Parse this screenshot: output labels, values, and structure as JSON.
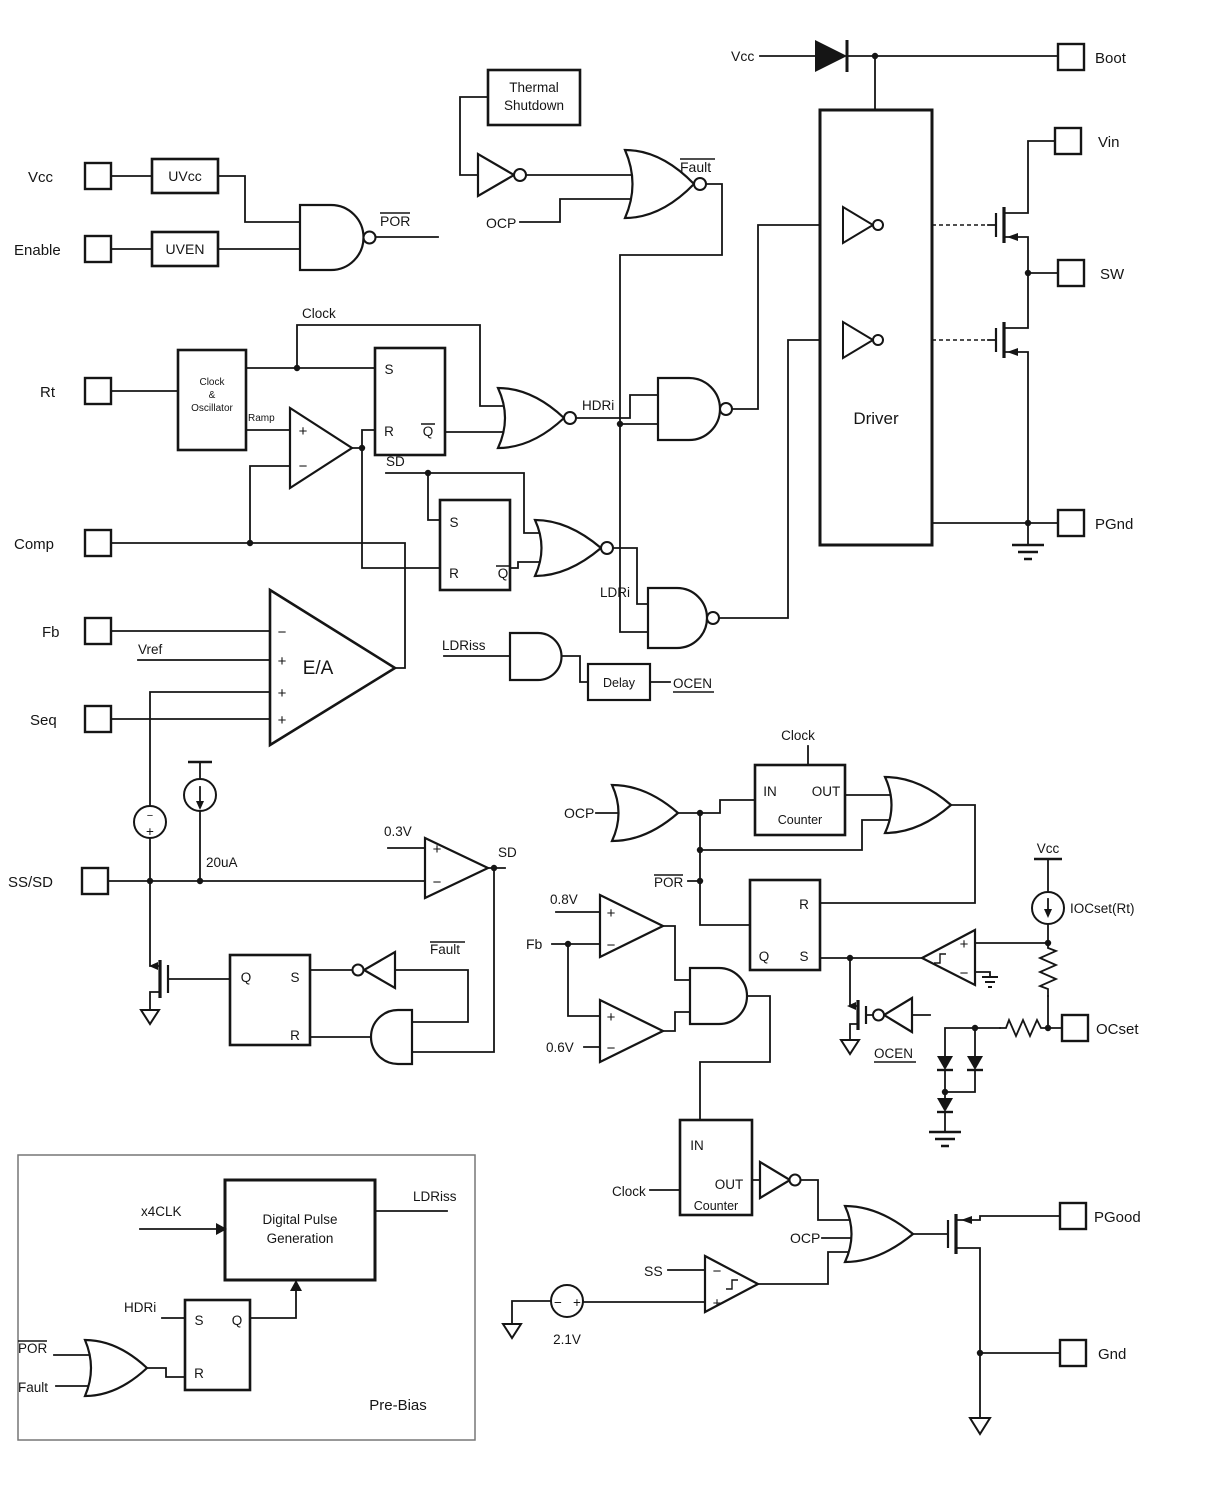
{
  "pins_left": {
    "vcc": "Vcc",
    "enable": "Enable",
    "rt": "Rt",
    "comp": "Comp",
    "fb": "Fb",
    "seq": "Seq",
    "ss_sd": "SS/SD"
  },
  "pins_right": {
    "boot": "Boot",
    "vin": "Vin",
    "sw": "SW",
    "pgnd": "PGnd",
    "ocset": "OCset",
    "pgood": "PGood",
    "gnd": "Gnd"
  },
  "blocks": {
    "uvcc": "UVcc",
    "uven": "UVEN",
    "thermal1": "Thermal",
    "thermal2": "Shutdown",
    "osc1": "Clock",
    "osc2": "&",
    "osc3": "Oscillator",
    "driver": "Driver",
    "delay": "Delay",
    "counter": "Counter",
    "in": "IN",
    "out": "OUT",
    "dpg1": "Digital Pulse",
    "dpg2": "Generation",
    "prebias": "Pre-Bias",
    "ea": "E/A"
  },
  "signals": {
    "por": "POR",
    "fault": "Fault",
    "ocp": "OCP",
    "clock": "Clock",
    "ramp": "Ramp",
    "sd": "SD",
    "hdri": "HDRi",
    "ldri": "LDRi",
    "ldriss": "LDRiss",
    "ocen": "OCEN",
    "vref": "Vref",
    "vcc": "Vcc",
    "ss": "SS",
    "x4clk": "x4CLK"
  },
  "latch": {
    "s": "S",
    "r": "R",
    "q": "Q"
  },
  "values": {
    "iss": "20uA",
    "vsd": "0.3V",
    "vov": "0.8V",
    "vuv": "0.6V",
    "vpg": "2.1V",
    "iocset": "IOCset(Rt)"
  },
  "sym": {
    "plus": "+",
    "minus": "−"
  }
}
